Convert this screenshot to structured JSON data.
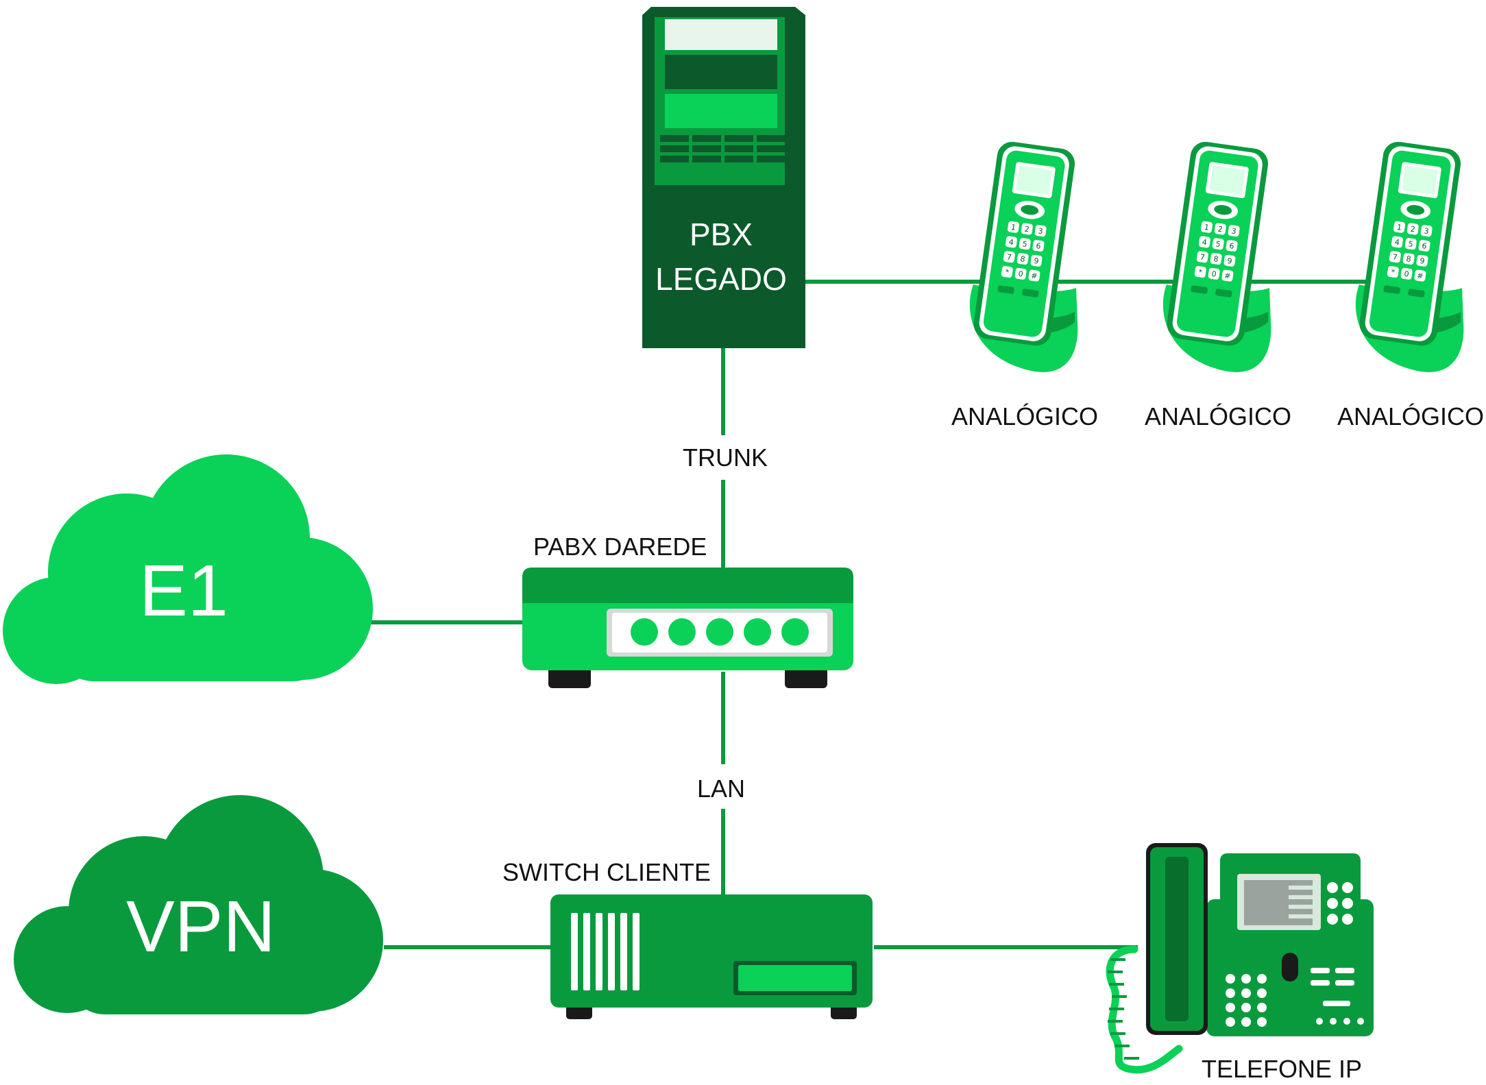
{
  "colors": {
    "line": "#0a9a3e",
    "dark": "#0c5a2c",
    "mid": "#0a9a3e",
    "bright": "#0ad157",
    "light": "#d9ffe6",
    "e1_cloud": "#0ad157",
    "vpn_cloud": "#0a9a3e"
  },
  "pbx": {
    "title_line1": "PBX",
    "title_line2": "LEGADO",
    "icon": "server-tower-icon"
  },
  "phones": [
    {
      "label": "ANALÓGICO",
      "icon": "cordless-phone-icon"
    },
    {
      "label": "ANALÓGICO",
      "icon": "cordless-phone-icon"
    },
    {
      "label": "ANALÓGICO",
      "icon": "cordless-phone-icon"
    }
  ],
  "keypad": [
    "1",
    "2",
    "3",
    "4",
    "5",
    "6",
    "7",
    "8",
    "9",
    "*",
    "0",
    "#"
  ],
  "links": {
    "trunk": "TRUNK",
    "lan": "LAN"
  },
  "pabx": {
    "label": "PABX DAREDE",
    "icon": "router-icon"
  },
  "switch": {
    "label": "SWITCH CLIENTE",
    "icon": "switch-icon"
  },
  "clouds": {
    "e1": "E1",
    "vpn": "VPN"
  },
  "ip_phone": {
    "label": "TELEFONE IP",
    "icon": "desk-phone-icon"
  }
}
